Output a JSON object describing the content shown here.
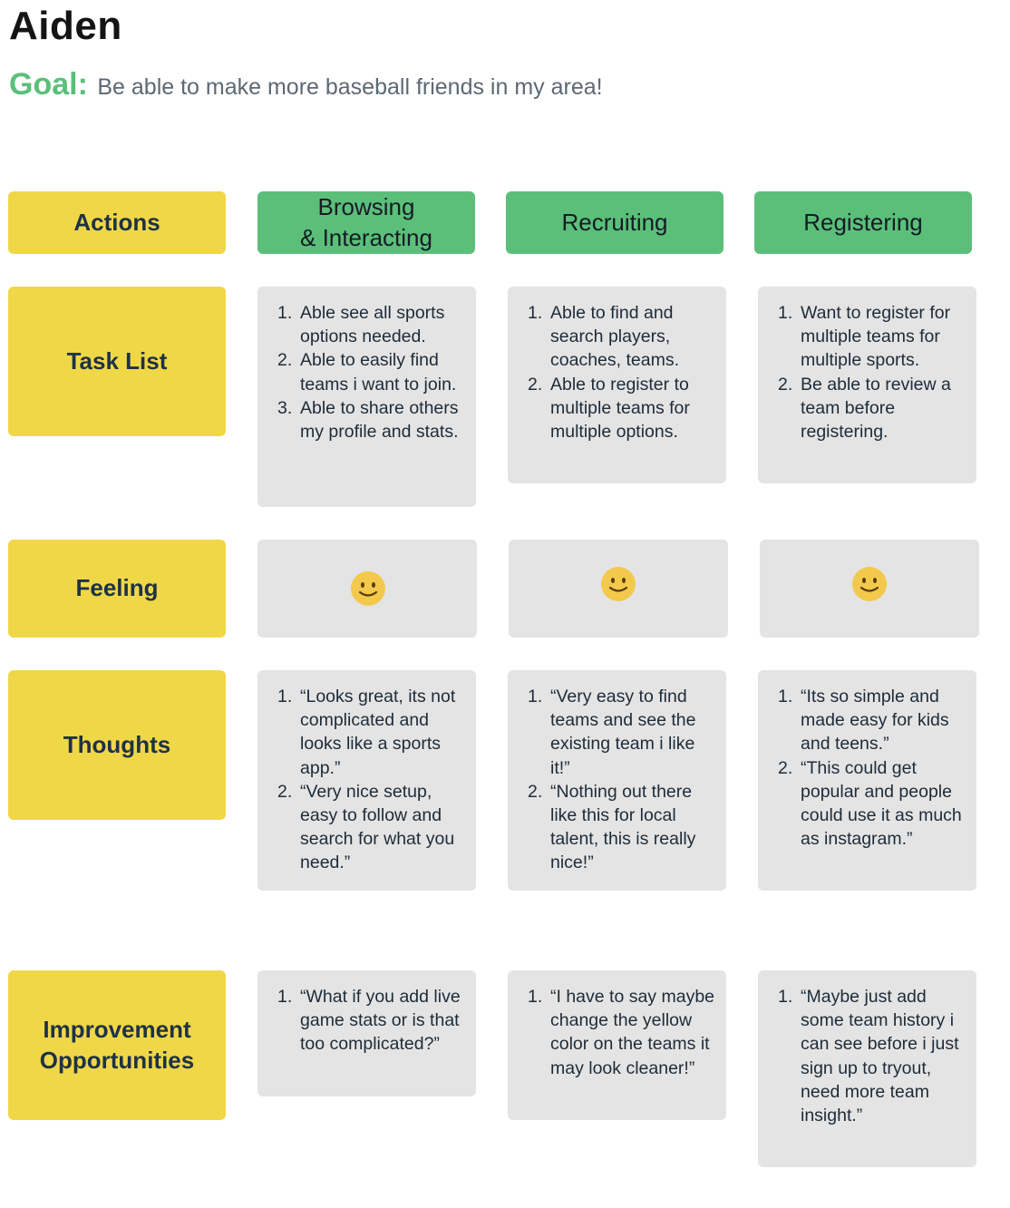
{
  "persona": {
    "name": "Aiden",
    "goal_label": "Goal:",
    "goal_text": "Be able to make more baseball friends in my area!"
  },
  "rows": {
    "actions": "Actions",
    "task_list": "Task List",
    "feeling": "Feeling",
    "thoughts": "Thoughts",
    "improvement": [
      "Improvement",
      "Opportunities"
    ]
  },
  "stages": [
    {
      "name": [
        "Browsing",
        "& Interacting"
      ],
      "tasks": [
        "Able see all sports options needed.",
        "Able to easily find teams i want to join.",
        "Able to share others my profile and stats."
      ],
      "feeling": "smiley-face",
      "thoughts": [
        "“Looks great, its not complicated and looks like a sports app.”",
        "“Very nice setup, easy to follow and search for what you need.”"
      ],
      "improvements": [
        "“What if you add live game stats or is that too complicated?”"
      ]
    },
    {
      "name": [
        "Recruiting"
      ],
      "tasks": [
        "Able to find and search players, coaches, teams.",
        "Able to register to multiple teams for multiple options."
      ],
      "feeling": "smiley-face",
      "thoughts": [
        "“Very easy to find teams and see the existing team i like it!”",
        "“Nothing out there like this for local talent, this is really nice!”"
      ],
      "improvements": [
        "“I have to say maybe change the yellow color on the teams it may look cleaner!”"
      ]
    },
    {
      "name": [
        "Registering"
      ],
      "tasks": [
        "Want to register for multiple teams for multiple sports.",
        "Be able to review a team before registering."
      ],
      "feeling": "smiley-face",
      "thoughts": [
        "“Its so simple and made easy for kids and teens.”",
        "“This could get popular and people could use it as much as instagram.”"
      ],
      "improvements": [
        "“Maybe just add some team history i can see before i just sign up to tryout, need more team insight.”"
      ]
    }
  ],
  "colors": {
    "row_header": "#f0d748",
    "stage_header": "#5bbf7a",
    "card": "#e4e4e4",
    "goal_label": "#5bbf7a",
    "smiley": "#f2c94c"
  }
}
